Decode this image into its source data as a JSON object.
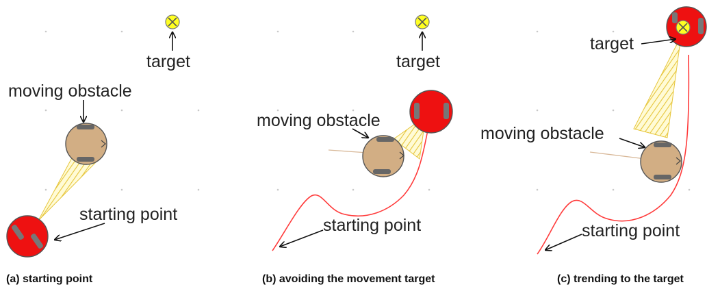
{
  "panels": [
    {
      "id": "a",
      "caption": "(a) starting point",
      "labels": {
        "target": "target",
        "obstacle": "moving obstacle",
        "start": "starting point"
      }
    },
    {
      "id": "b",
      "caption": "(b) avoiding the movement target",
      "labels": {
        "target": "target",
        "obstacle": "moving obstacle",
        "start": "starting point"
      }
    },
    {
      "id": "c",
      "caption": "(c) trending to the target",
      "labels": {
        "target": "target",
        "obstacle": "moving obstacle",
        "start": "starting point"
      }
    }
  ],
  "colors": {
    "robot": "#ee1111",
    "obstacle": "#d2ae84",
    "target": "#ffff22",
    "path": "#ff3b3b",
    "sensor_hatch": "#e6c53a",
    "sensor_fill": "#fffbd6"
  }
}
